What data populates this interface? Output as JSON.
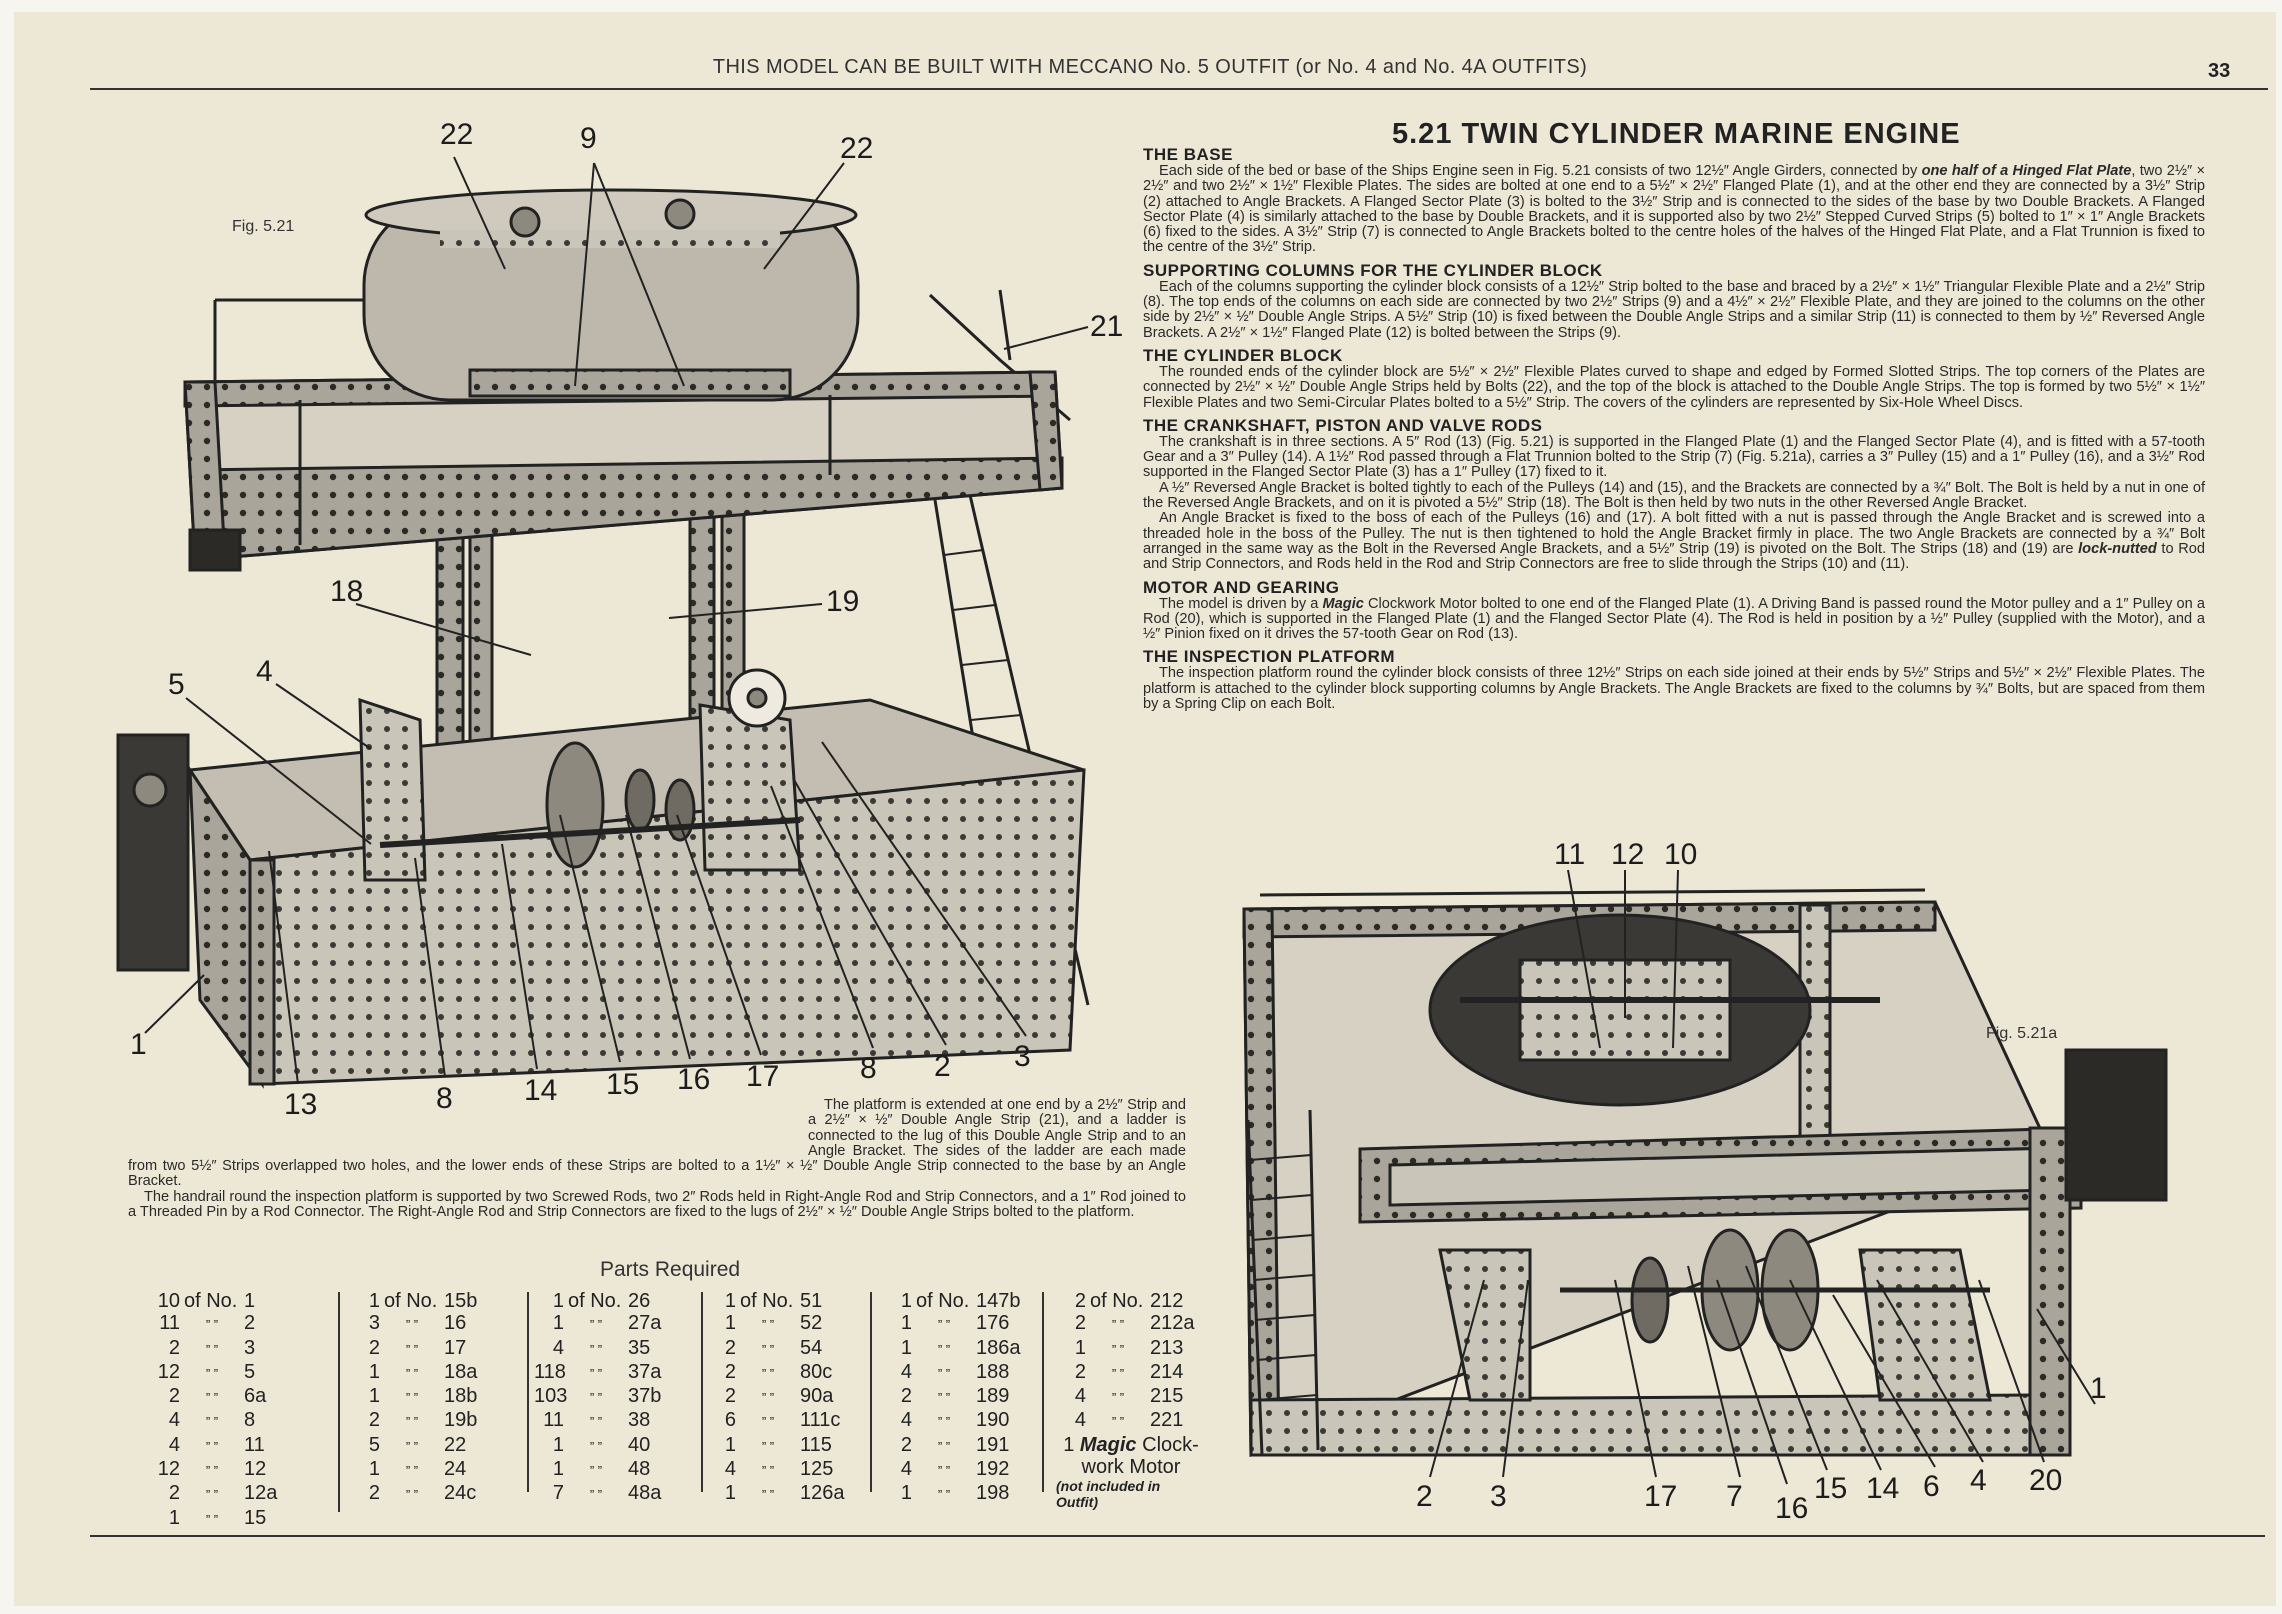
{
  "header": {
    "text": "THIS MODEL CAN BE BUILT WITH MECCANO No. 5 OUTFIT (or No. 4 and No. 4A OUTFITS)",
    "page_number": "33"
  },
  "title": "5.21  TWIN CYLINDER MARINE ENGINE",
  "sections": [
    {
      "heading": "THE BASE",
      "paragraphs": [
        [
          {
            "t": "Each side of the bed or base of the Ships Engine seen in Fig. 5.21 consists of two 12½″ Angle Girders, connected by "
          },
          {
            "t": "one half of a Hinged Flat Plate",
            "i": true
          },
          {
            "t": ", two 2½″ × 2½″ and two 2½″ × 1½″ Flexible Plates. The sides are bolted at one end to a 5½″ × 2½″ Flanged Plate (1), and at the other end they are connected by a 3½″ Strip (2) attached to Angle Brackets. A Flanged Sector Plate (3) is bolted to the 3½″ Strip and is connected to the sides of the base by two Double Brackets. A Flanged Sector Plate (4) is similarly attached to the base by Double Brackets, and it is supported also by two 2½″ Stepped Curved Strips (5) bolted to 1″ × 1″ Angle Brackets (6) fixed to the sides. A 3½″ Strip (7) is connected to Angle Brackets bolted to the centre holes of the halves of the Hinged Flat Plate, and a Flat Trunnion is fixed to the centre of the 3½″ Strip."
          }
        ]
      ]
    },
    {
      "heading": "SUPPORTING COLUMNS FOR THE CYLINDER BLOCK",
      "paragraphs": [
        [
          {
            "t": "Each of the columns supporting the cylinder block consists of a 12½″ Strip bolted to the base and braced by a 2½″ × 1½″ Triangular Flexible Plate and a 2½″ Strip (8). The top ends of the columns on each side are connected by two 2½″ Strips (9) and a 4½″ × 2½″ Flexible Plate, and they are joined to the columns on the other side by 2½″ × ½″ Double Angle Strips. A 5½″ Strip (10) is fixed between the Double Angle Strips and a similar Strip (11) is connected to them by ½″ Reversed Angle Brackets. A 2½″ × 1½″ Flanged Plate (12) is bolted between the Strips (9)."
          }
        ]
      ]
    },
    {
      "heading": "THE CYLINDER BLOCK",
      "paragraphs": [
        [
          {
            "t": "The rounded ends of the cylinder block are 5½″ × 2½″ Flexible Plates curved to shape and edged by Formed Slotted Strips. The top corners of the Plates are connected by 2½″ × ½″ Double Angle Strips held by Bolts (22), and the top of the block is attached to the Double Angle Strips. The top is formed by two 5½″ × 1½″ Flexible Plates and two Semi-Circular Plates bolted to a 5½″ Strip. The covers of the cylinders are represented by Six-Hole Wheel Discs."
          }
        ]
      ]
    },
    {
      "heading": "THE CRANKSHAFT, PISTON AND VALVE RODS",
      "paragraphs": [
        [
          {
            "t": "The crankshaft is in three sections. A 5″ Rod (13) (Fig. 5.21) is supported in the Flanged Plate (1) and the Flanged Sector Plate (4), and is fitted with a 57-tooth Gear and a 3″ Pulley (14). A 1½″ Rod passed through a Flat Trunnion bolted to the Strip (7) (Fig. 5.21a), carries a 3″ Pulley (15) and a 1″ Pulley (16), and a 3½″ Rod supported in the Flanged Sector Plate (3) has a 1″ Pulley (17) fixed to it."
          }
        ],
        [
          {
            "t": "A ½″ Reversed Angle Bracket is bolted tightly to each of the Pulleys (14) and (15), and the Brackets are connected by a ¾″ Bolt. The Bolt is held by a nut in one of the Reversed Angle Brackets, and on it is pivoted a 5½″ Strip (18). The Bolt is then held by two nuts in the other Reversed Angle Bracket."
          }
        ],
        [
          {
            "t": "An Angle Bracket is fixed to the boss of each of the Pulleys (16) and (17). A bolt fitted with a nut is passed through the Angle Bracket and is screwed into a threaded hole in the boss of the Pulley. The nut is then tightened to hold the Angle Bracket firmly in place. The two Angle Brackets are connected by a ¾″ Bolt arranged in the same way as the Bolt in the Reversed Angle Brackets, and a 5½″ Strip (19) is pivoted on the Bolt. The Strips (18) and (19) are "
          },
          {
            "t": "lock-nutted",
            "i": true
          },
          {
            "t": " to Rod and Strip Connectors, and Rods held in the Rod and Strip Connectors are free to slide through the Strips (10) and (11)."
          }
        ]
      ]
    },
    {
      "heading": "MOTOR AND GEARING",
      "paragraphs": [
        [
          {
            "t": "The model is driven by a "
          },
          {
            "t": "Magic",
            "i": true
          },
          {
            "t": " Clockwork Motor bolted to one end of the Flanged Plate (1). A Driving Band is passed round the Motor pulley and a 1″ Pulley on a Rod (20), which is supported in the Flanged Plate (1) and the Flanged Sector Plate (4). The Rod is held in position by a ½″ Pulley (supplied with the Motor), and a ½″ Pinion fixed on it drives the 57-tooth Gear on Rod (13)."
          }
        ]
      ]
    },
    {
      "heading": "THE INSPECTION PLATFORM",
      "paragraphs": [
        [
          {
            "t": "The inspection platform round the cylinder block consists of three 12½″ Strips on each side joined at their ends by 5½″ Strips and 5½″ × 2½″ Flexible Plates. The platform is attached to the cylinder block supporting columns by Angle Brackets. The Angle Brackets are fixed to the columns by ¾″ Bolts, but are spaced from them by a Spring Clip on each Bolt."
          }
        ]
      ]
    }
  ],
  "note": {
    "paragraphs": [
      "The platform is extended at one end by a 2½″ Strip and a 2½″ × ½″ Double Angle Strip (21), and a ladder is connected to the lug of this Double Angle Strip and to an Angle Bracket. The sides of the ladder are each made from two 5½″ Strips overlapped two holes, and the lower ends of these Strips are bolted to a 1½″ × ½″ Double Angle Strip connected to the base by an Angle Bracket.",
      "The handrail round the inspection platform is supported by two Screwed Rods, two 2″ Rods held in Right-Angle Rod and Strip Connectors, and a 1″ Rod joined to a Threaded Pin by a Rod Connector. The Right-Angle Rod and Strip Connectors are fixed to the lugs of 2½″ × ½″ Double Angle Strips bolted to the platform."
    ]
  },
  "figures": {
    "fig1": {
      "caption": "Fig. 5.21",
      "labels": [
        "22",
        "9",
        "22",
        "21",
        "18",
        "19",
        "5",
        "4",
        "1",
        "13",
        "8",
        "14",
        "15",
        "16",
        "17",
        "8",
        "2",
        "3"
      ]
    },
    "fig2": {
      "caption": "Fig. 5.21a",
      "labels": [
        "11",
        "12",
        "10",
        "2",
        "3",
        "17",
        "7",
        "16",
        "15",
        "14",
        "6",
        "4",
        "20",
        "1"
      ]
    }
  },
  "parts": {
    "title": "Parts Required",
    "of_no": "of No.",
    "ditto": "”   ”",
    "columns": [
      [
        [
          "10",
          "1"
        ],
        [
          "11",
          "2"
        ],
        [
          "2",
          "3"
        ],
        [
          "12",
          "5"
        ],
        [
          "2",
          "6a"
        ],
        [
          "4",
          "8"
        ],
        [
          "4",
          "11"
        ],
        [
          "12",
          "12"
        ],
        [
          "2",
          "12a"
        ],
        [
          "1",
          "15"
        ]
      ],
      [
        [
          "1",
          "15b"
        ],
        [
          "3",
          "16"
        ],
        [
          "2",
          "17"
        ],
        [
          "1",
          "18a"
        ],
        [
          "1",
          "18b"
        ],
        [
          "2",
          "19b"
        ],
        [
          "5",
          "22"
        ],
        [
          "1",
          "24"
        ],
        [
          "2",
          "24c"
        ]
      ],
      [
        [
          "1",
          "26"
        ],
        [
          "1",
          "27a"
        ],
        [
          "4",
          "35"
        ],
        [
          "118",
          "37a"
        ],
        [
          "103",
          "37b"
        ],
        [
          "11",
          "38"
        ],
        [
          "1",
          "40"
        ],
        [
          "1",
          "48"
        ],
        [
          "7",
          "48a"
        ]
      ],
      [
        [
          "1",
          "51"
        ],
        [
          "1",
          "52"
        ],
        [
          "2",
          "54"
        ],
        [
          "2",
          "80c"
        ],
        [
          "2",
          "90a"
        ],
        [
          "6",
          "111c"
        ],
        [
          "1",
          "115"
        ],
        [
          "4",
          "125"
        ],
        [
          "1",
          "126a"
        ]
      ],
      [
        [
          "1",
          "147b"
        ],
        [
          "1",
          "176"
        ],
        [
          "1",
          "186a"
        ],
        [
          "4",
          "188"
        ],
        [
          "2",
          "189"
        ],
        [
          "4",
          "190"
        ],
        [
          "2",
          "191"
        ],
        [
          "4",
          "192"
        ],
        [
          "1",
          "198"
        ]
      ],
      [
        [
          "2",
          "212"
        ],
        [
          "2",
          "212a"
        ],
        [
          "1",
          "213"
        ],
        [
          "2",
          "214"
        ],
        [
          "4",
          "215"
        ],
        [
          "4",
          "221"
        ]
      ]
    ],
    "motor": {
      "qty": "1",
      "brand": "Magic",
      "name": "Clock-work Motor",
      "note": "(not included in Outfit)"
    }
  },
  "colors": {
    "paper": "#ede7d6",
    "ink": "#222222",
    "metal": "#a9a59a"
  }
}
